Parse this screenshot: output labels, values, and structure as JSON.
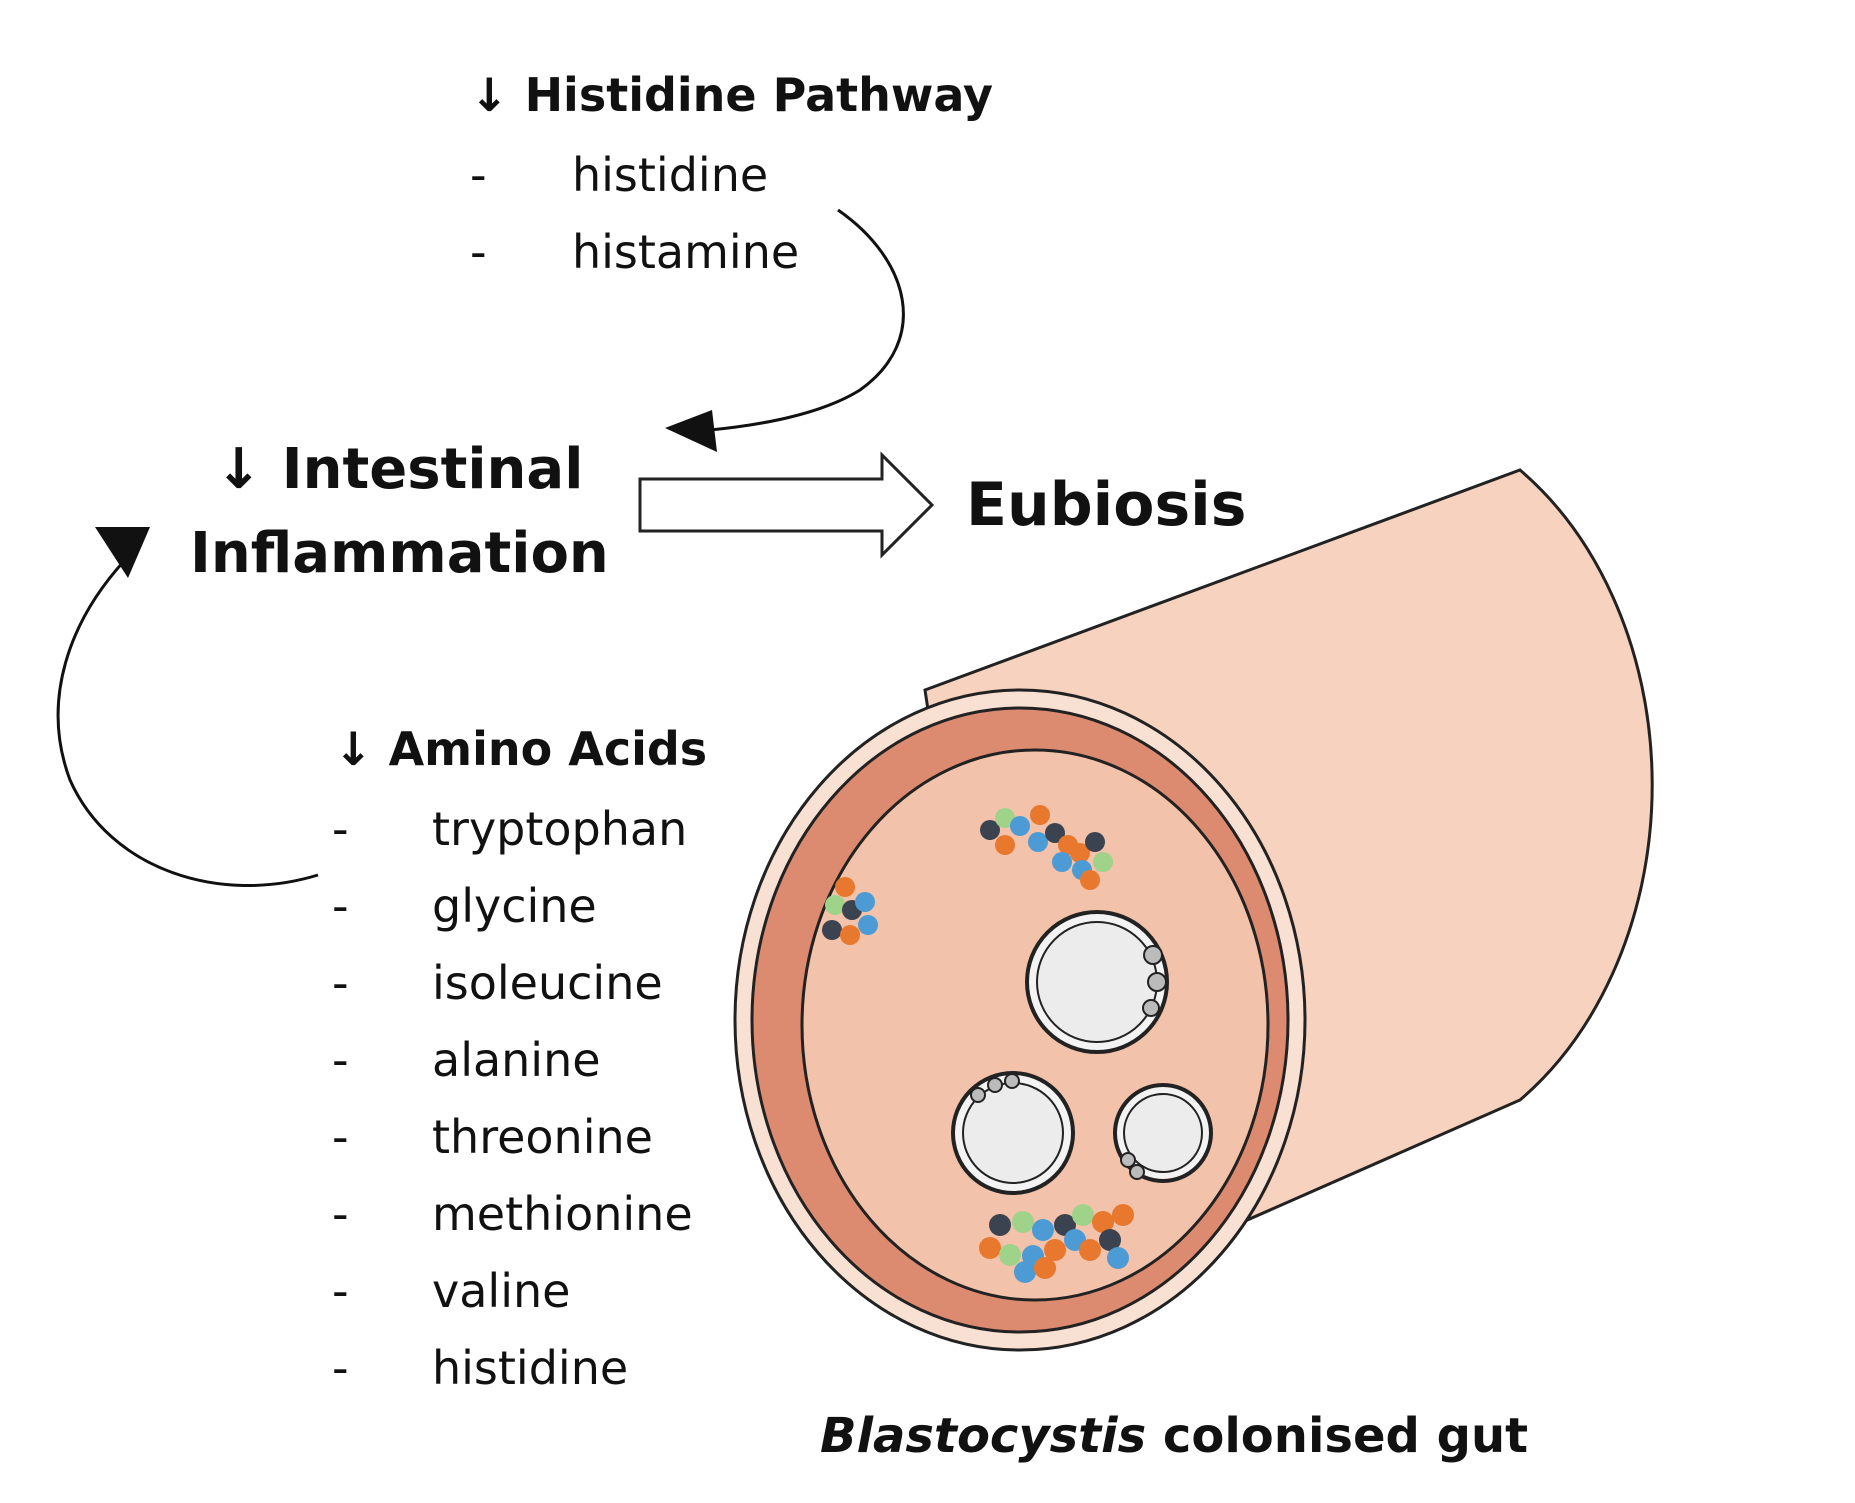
{
  "histidine_pathway": {
    "title": "Histidine Pathway",
    "arrow": "↓",
    "items": [
      "histidine",
      "histamine"
    ]
  },
  "inflammation": {
    "arrow": "↓",
    "line1": "Intestinal",
    "line2": "Inflammation"
  },
  "outcome": {
    "label": "Eubiosis"
  },
  "amino_acids": {
    "title": "Amino Acids",
    "arrow": "↓",
    "items": [
      "tryptophan",
      "glycine",
      "isoleucine",
      "alanine",
      "threonine",
      "methionine",
      "valine",
      "histidine"
    ]
  },
  "caption": {
    "organism": "Blastocystis",
    "rest": " colonised gut"
  },
  "bullet": "-",
  "colors": {
    "gut_outer": "#f7d2bf",
    "gut_wall": "#dc8a70",
    "lumen": "#f3c2aa",
    "particles": [
      "#e7782e",
      "#4d9bd4",
      "#9fd38a",
      "#3b4250"
    ]
  }
}
